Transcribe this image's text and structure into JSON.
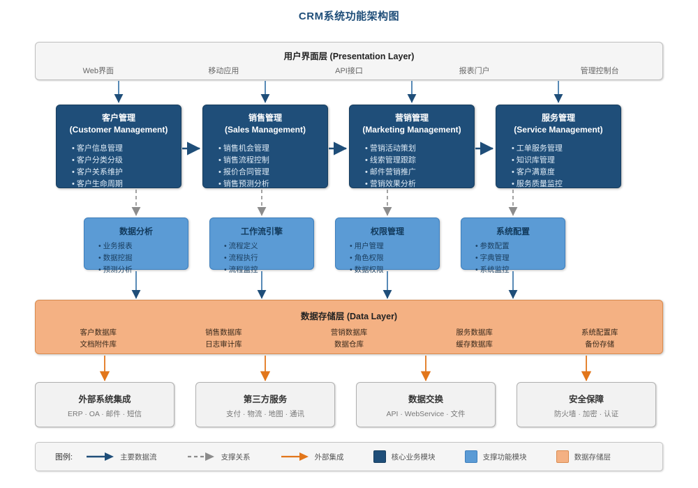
{
  "title": "CRM系统功能架构图",
  "presentation_layer": {
    "title": "用户界面层 (Presentation Layer)",
    "items": [
      "Web界面",
      "移动应用",
      "API接口",
      "报表门户",
      "管理控制台"
    ]
  },
  "core_modules": [
    {
      "title_cn": "客户管理",
      "title_en": "(Customer Management)",
      "items": [
        "客户信息管理",
        "客户分类分级",
        "客户关系维护",
        "客户生命周期"
      ]
    },
    {
      "title_cn": "销售管理",
      "title_en": "(Sales Management)",
      "items": [
        "销售机会管理",
        "销售流程控制",
        "报价合同管理",
        "销售预测分析"
      ]
    },
    {
      "title_cn": "营销管理",
      "title_en": "(Marketing Management)",
      "items": [
        "营销活动策划",
        "线索管理跟踪",
        "邮件营销推广",
        "营销效果分析"
      ]
    },
    {
      "title_cn": "服务管理",
      "title_en": "(Service Management)",
      "items": [
        "工单服务管理",
        "知识库管理",
        "客户满意度",
        "服务质量监控"
      ]
    }
  ],
  "support_modules": [
    {
      "title": "数据分析",
      "items": [
        "业务报表",
        "数据挖掘",
        "预测分析"
      ]
    },
    {
      "title": "工作流引擎",
      "items": [
        "流程定义",
        "流程执行",
        "流程监控"
      ]
    },
    {
      "title": "权限管理",
      "items": [
        "用户管理",
        "角色权限",
        "数据权限"
      ]
    },
    {
      "title": "系统配置",
      "items": [
        "参数配置",
        "字典管理",
        "系统监控"
      ]
    }
  ],
  "data_layer": {
    "title": "数据存储层 (Data Layer)",
    "columns": [
      [
        "客户数据库",
        "文档附件库"
      ],
      [
        "销售数据库",
        "日志审计库"
      ],
      [
        "营销数据库",
        "数据仓库"
      ],
      [
        "服务数据库",
        "缓存数据库"
      ],
      [
        "系统配置库",
        "备份存储"
      ]
    ]
  },
  "external_boxes": [
    {
      "title": "外部系统集成",
      "subtitle": "ERP · OA · 邮件 · 短信"
    },
    {
      "title": "第三方服务",
      "subtitle": "支付 · 物流 · 地图 · 通讯"
    },
    {
      "title": "数据交换",
      "subtitle": "API · WebService · 文件"
    },
    {
      "title": "安全保障",
      "subtitle": "防火墙 · 加密 · 认证"
    }
  ],
  "legend": {
    "label": "图例:",
    "arrows": [
      {
        "name": "main-data-flow",
        "text": "主要数据流",
        "color": "#1f4e79",
        "style": "solid"
      },
      {
        "name": "support-relation",
        "text": "支撑关系",
        "color": "#808080",
        "style": "dashed"
      },
      {
        "name": "external-integration",
        "text": "外部集成",
        "color": "#e2761b",
        "style": "solid"
      }
    ],
    "swatches": [
      {
        "name": "core-module",
        "text": "核心业务模块",
        "color": "#1f4e79"
      },
      {
        "name": "support-module",
        "text": "支撑功能模块",
        "color": "#5b9bd5"
      },
      {
        "name": "data-layer",
        "text": "数据存储层",
        "color": "#f4b183"
      }
    ]
  },
  "colors": {
    "title": "#1f4e79",
    "core": "#1f4e79",
    "support": "#5b9bd5",
    "data": "#f4b183",
    "external": "#f2f2f2",
    "arrow_blue": "#1f4e79",
    "arrow_gray": "#808080",
    "arrow_orange": "#e2761b"
  }
}
